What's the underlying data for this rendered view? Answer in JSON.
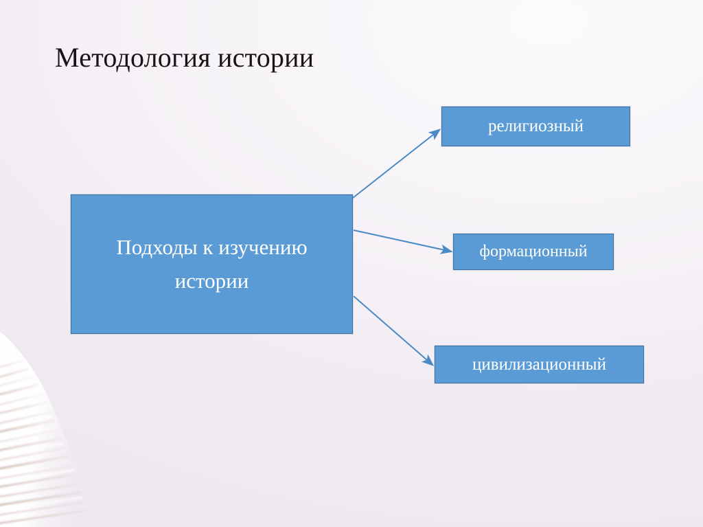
{
  "slide": {
    "title": "Методология истории",
    "background_top_color": "#f9f7fa",
    "background_bottom_color": "#eee9f0",
    "accent_color": "#5b9bd5",
    "border_color": "#3f6f9e",
    "text_on_accent_color": "#ffffff",
    "title_color": "#1a1216"
  },
  "diagram": {
    "type": "flowchart",
    "root": {
      "id": "main",
      "label": "Подходы к изучению истории"
    },
    "branches": [
      {
        "id": "religious",
        "label": "религиозный"
      },
      {
        "id": "formational",
        "label": "формационный"
      },
      {
        "id": "civilizational",
        "label": "цивилизационный"
      }
    ],
    "connectors": [
      {
        "from": "main",
        "to": "religious",
        "style": "arrow"
      },
      {
        "from": "main",
        "to": "formational",
        "style": "arrow"
      },
      {
        "from": "main",
        "to": "civilizational",
        "style": "arrow"
      }
    ]
  },
  "decoration": {
    "paper_stack_label": "paper-stack-image"
  }
}
